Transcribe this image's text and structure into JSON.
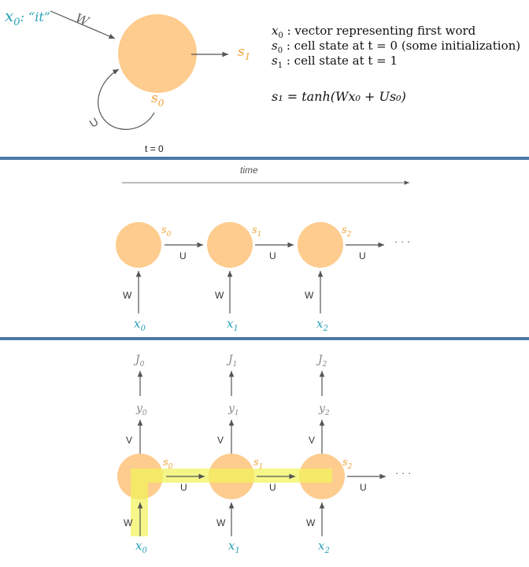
{
  "colors": {
    "node_fill": "#fdcc8e",
    "input_teal": "#2aa1b7",
    "state_orange": "#f0a43a",
    "divider": "#4a79a8",
    "arrow": "#555555",
    "gray_text": "#888888",
    "highlight": "#f2f35c"
  },
  "top": {
    "input_base": "x",
    "input_sub": "0",
    "input_suffix": ": “it”",
    "w_label": "W",
    "u_label": "U",
    "state_right_base": "s",
    "state_right_sub": "1",
    "state_loop_base": "s",
    "state_loop_sub": "0",
    "time_caption": "t = 0",
    "legend": [
      {
        "sym": "x",
        "sub": "0",
        "text": " : vector representing first word"
      },
      {
        "sym": "s",
        "sub": "0",
        "text": " : cell state at t = 0 (some initialization)"
      },
      {
        "sym": "s",
        "sub": "1",
        "text": " : cell state at t = 1"
      }
    ],
    "equation": "s₁ = tanh(Wx₀ + Us₀)"
  },
  "middle": {
    "time_label": "time",
    "ellipsis": "· · ·",
    "nodes": [
      {
        "state_base": "s",
        "state_sub": "0",
        "input_base": "x",
        "input_sub": "0",
        "w": "W",
        "u": "U"
      },
      {
        "state_base": "s",
        "state_sub": "1",
        "input_base": "x",
        "input_sub": "1",
        "w": "W",
        "u": "U"
      },
      {
        "state_base": "s",
        "state_sub": "2",
        "input_base": "x",
        "input_sub": "2",
        "w": "W",
        "u": "U"
      }
    ]
  },
  "bottom": {
    "ellipsis": "· · ·",
    "nodes": [
      {
        "state_base": "s",
        "state_sub": "0",
        "input_base": "x",
        "input_sub": "0",
        "w": "W",
        "u": "U",
        "v": "V",
        "y_base": "y",
        "y_sub": "0",
        "j_base": "J",
        "j_sub": "0"
      },
      {
        "state_base": "s",
        "state_sub": "1",
        "input_base": "x",
        "input_sub": "1",
        "w": "W",
        "u": "U",
        "v": "V",
        "y_base": "y",
        "y_sub": "1",
        "j_base": "J",
        "j_sub": "1"
      },
      {
        "state_base": "s",
        "state_sub": "2",
        "input_base": "x",
        "input_sub": "2",
        "w": "W",
        "u": "U",
        "v": "V",
        "y_base": "y",
        "y_sub": "2",
        "j_base": "J",
        "j_sub": "2"
      }
    ]
  }
}
